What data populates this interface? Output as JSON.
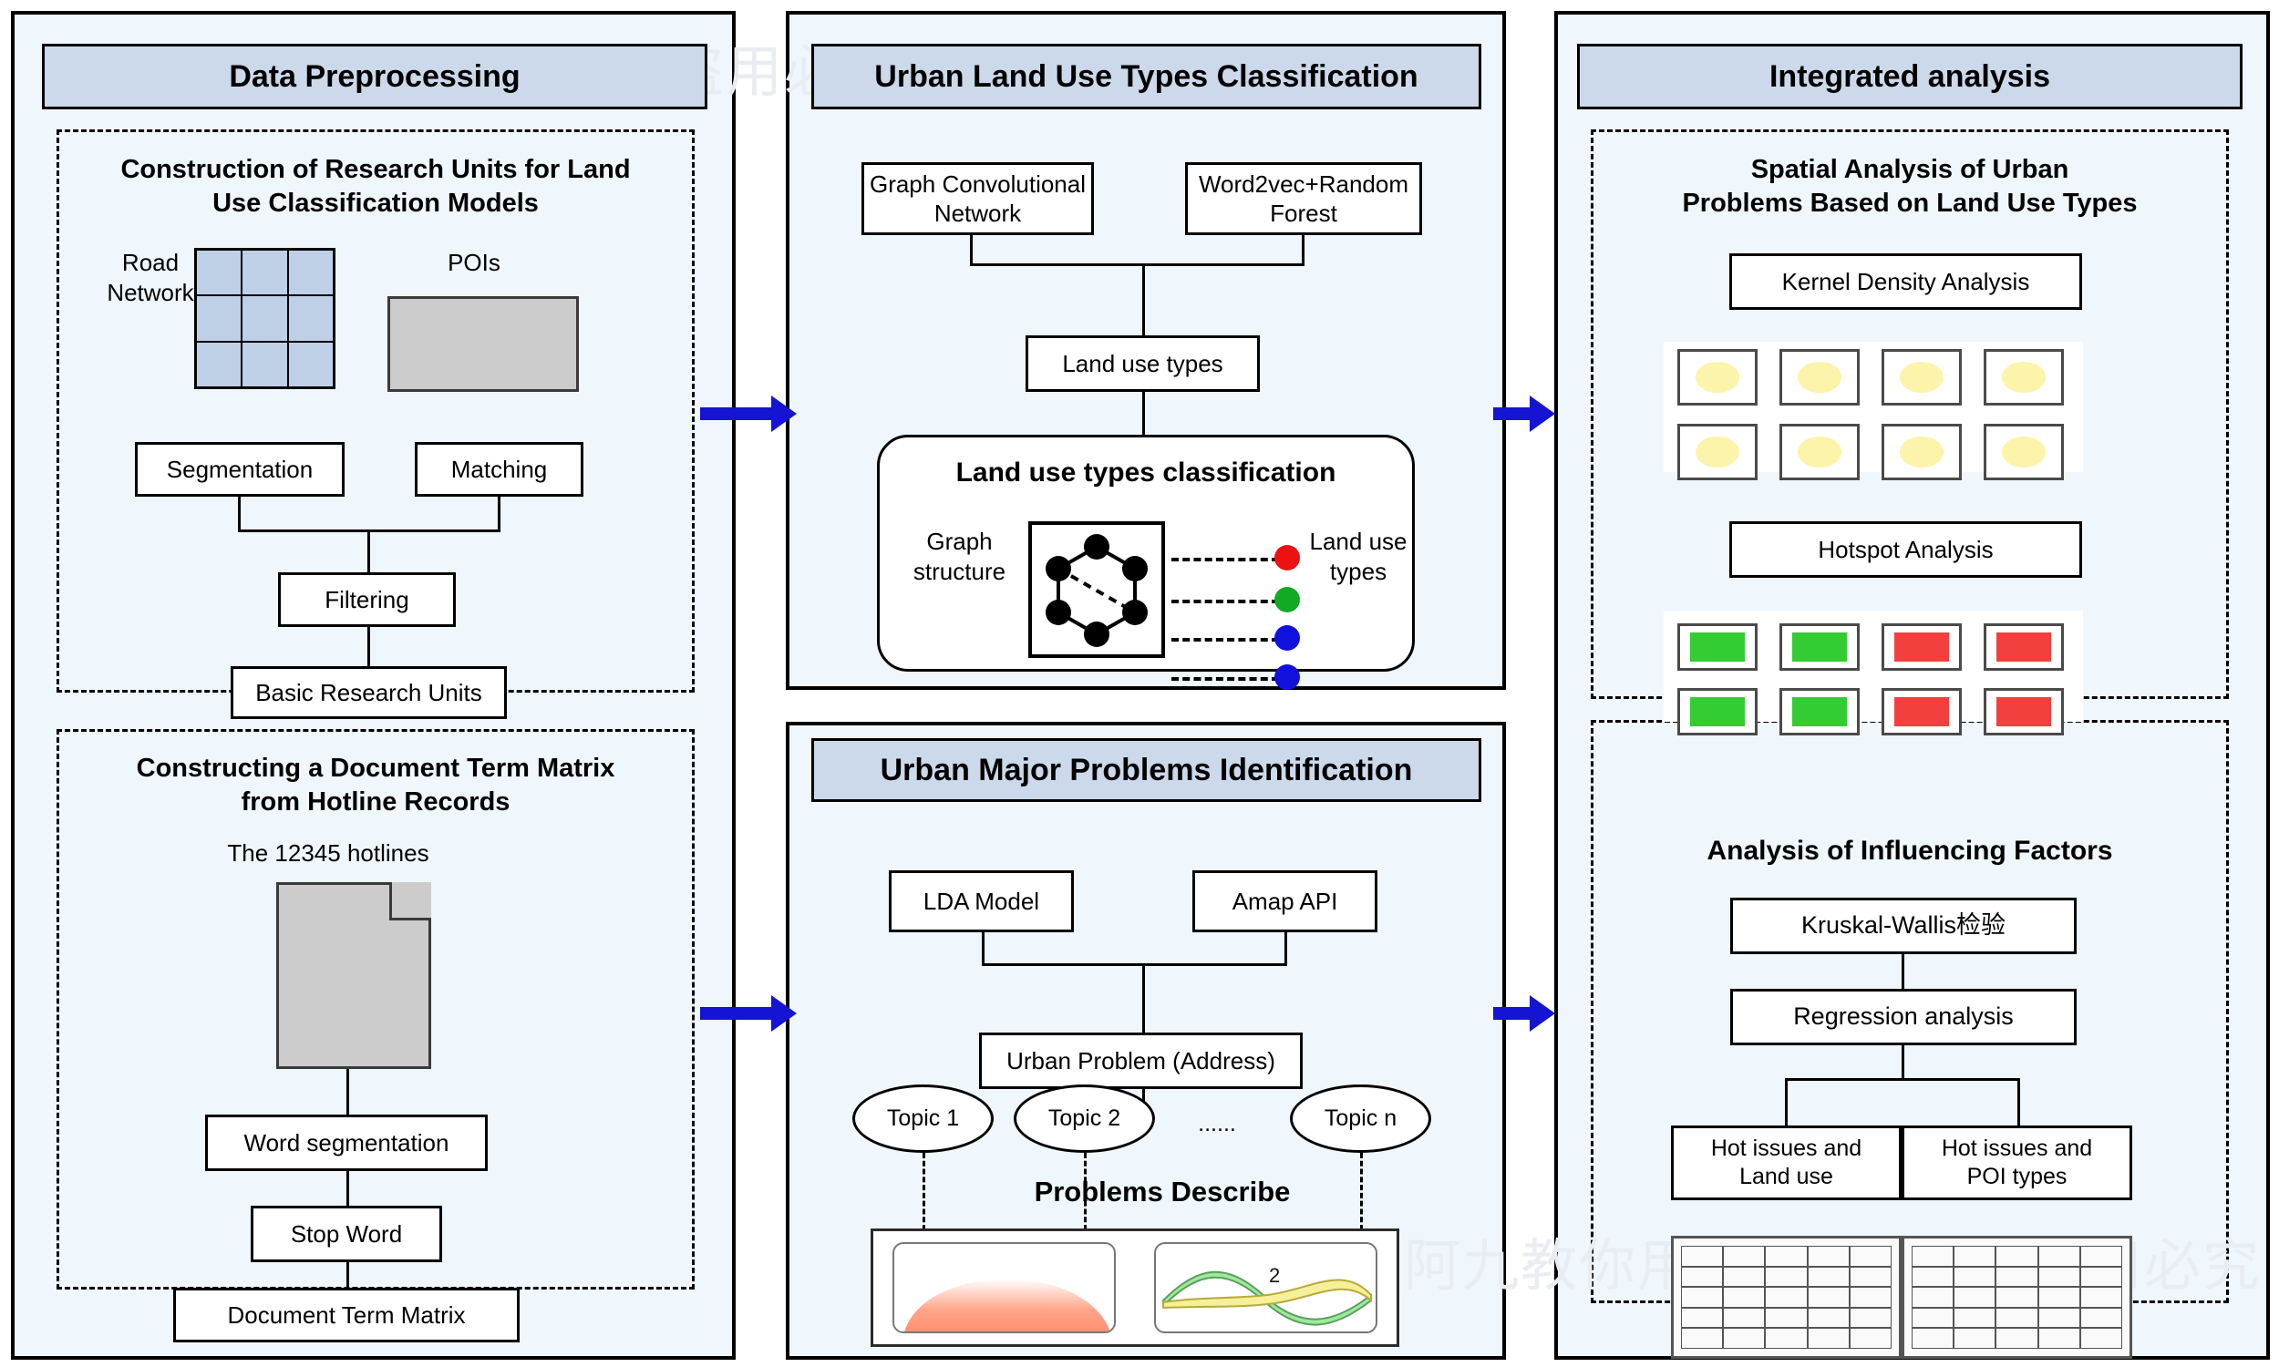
{
  "watermark": {
    "text": "阿九教你用AI·版权所有·盗用必究"
  },
  "colors": {
    "panel_bg": "#eff7fd",
    "title_bg": "#ccd9ea",
    "arrow": "#1414d2",
    "road_cell": "#bed0e6",
    "poi_gray": "#cccccc",
    "kde_yellow": "#fdf4ab",
    "hotspot_green": "#33cc33",
    "hotspot_red": "#f43f3f"
  },
  "panels": [
    {
      "id": "data-preprocessing",
      "title": "Data Preprocessing",
      "groups": [
        {
          "id": "research-units",
          "title": "Construction of Research Units for Land Use Classification Models",
          "title_lines": [
            "Construction of Research Units for Land",
            "Use Classification Models"
          ],
          "labels": {
            "road_network": "Road\nNetwork",
            "road_network_lines": [
              "Road",
              "Network"
            ],
            "pois": "POIs"
          },
          "boxes": [
            "Segmentation",
            "Matching",
            "Filtering",
            "Basic Research Units"
          ]
        },
        {
          "id": "document-term-matrix",
          "title": "Constructing a Document Term Matrix from Hotline Records",
          "title_lines": [
            "Constructing a Document Term Matrix",
            "from Hotline Records"
          ],
          "labels": {
            "hotlines": "The 12345 hotlines"
          },
          "boxes": [
            "Word segmentation",
            "Stop Word",
            "Document Term Matrix"
          ]
        }
      ]
    },
    {
      "id": "land-use-classification",
      "title": "Urban Land Use Types Classification",
      "boxes": [
        "Graph Convolutional Network",
        "Word2vec+Random Forest",
        "Land use types"
      ],
      "box_lines": {
        "gcn": [
          "Graph Convolutional",
          "Network"
        ],
        "w2v": [
          "Word2vec+Random",
          "Forest"
        ]
      },
      "subpanel": {
        "title": "Land use types classification",
        "left_label_lines": [
          "Graph",
          "structure"
        ],
        "right_label_lines": [
          "Land use",
          "types"
        ],
        "node_count": 6,
        "type_dots": [
          "#ee1111",
          "#11aa22",
          "#1111dd",
          "#1111dd"
        ]
      }
    },
    {
      "id": "urban-problems",
      "title": "Urban Major Problems Identification",
      "boxes": [
        "LDA Model",
        "Amap API",
        "Urban Problem (Address)"
      ],
      "topics": [
        "Topic 1",
        "Topic 2",
        "......",
        "Topic n"
      ],
      "describe_title": "Problems Describe",
      "thumbnails": [
        {
          "id": "density-dome",
          "label": ""
        },
        {
          "id": "wave-chart",
          "label": "2"
        }
      ]
    },
    {
      "id": "integrated-analysis",
      "title": "Integrated analysis",
      "groups": [
        {
          "id": "spatial-analysis",
          "title": "Spatial Analysis of Urban Problems Based on Land Use Types",
          "title_lines": [
            "Spatial Analysis of Urban",
            "Problems Based on Land Use Types"
          ],
          "boxes": [
            "Kernel Density Analysis",
            "Hotspot Analysis"
          ],
          "kde_tiles": 8,
          "hotspot_tiles": [
            "green",
            "green",
            "red",
            "red",
            "green",
            "green",
            "red",
            "red"
          ]
        },
        {
          "id": "influencing-factors",
          "title": "Analysis of Influencing Factors",
          "boxes": [
            "Kruskal-Wallis检验",
            "Regression analysis",
            "Hot issues and Land use",
            "Hot issues and POI types"
          ],
          "box_lines": {
            "hot_land": [
              "Hot issues and",
              "Land use"
            ],
            "hot_poi": [
              "Hot issues and",
              "POI types"
            ]
          },
          "tables": [
            {
              "id": "table-land-use",
              "cols": 5,
              "rows": 5
            },
            {
              "id": "table-poi-types",
              "cols": 5,
              "rows": 5
            }
          ]
        }
      ]
    }
  ],
  "arrows": [
    {
      "id": "arrow-1",
      "from": "data-preprocessing",
      "to": "land-use-classification"
    },
    {
      "id": "arrow-2",
      "from": "data-preprocessing",
      "to": "urban-problems"
    },
    {
      "id": "arrow-3",
      "from": "land-use-classification",
      "to": "integrated-analysis"
    },
    {
      "id": "arrow-4",
      "from": "urban-problems",
      "to": "integrated-analysis"
    }
  ]
}
